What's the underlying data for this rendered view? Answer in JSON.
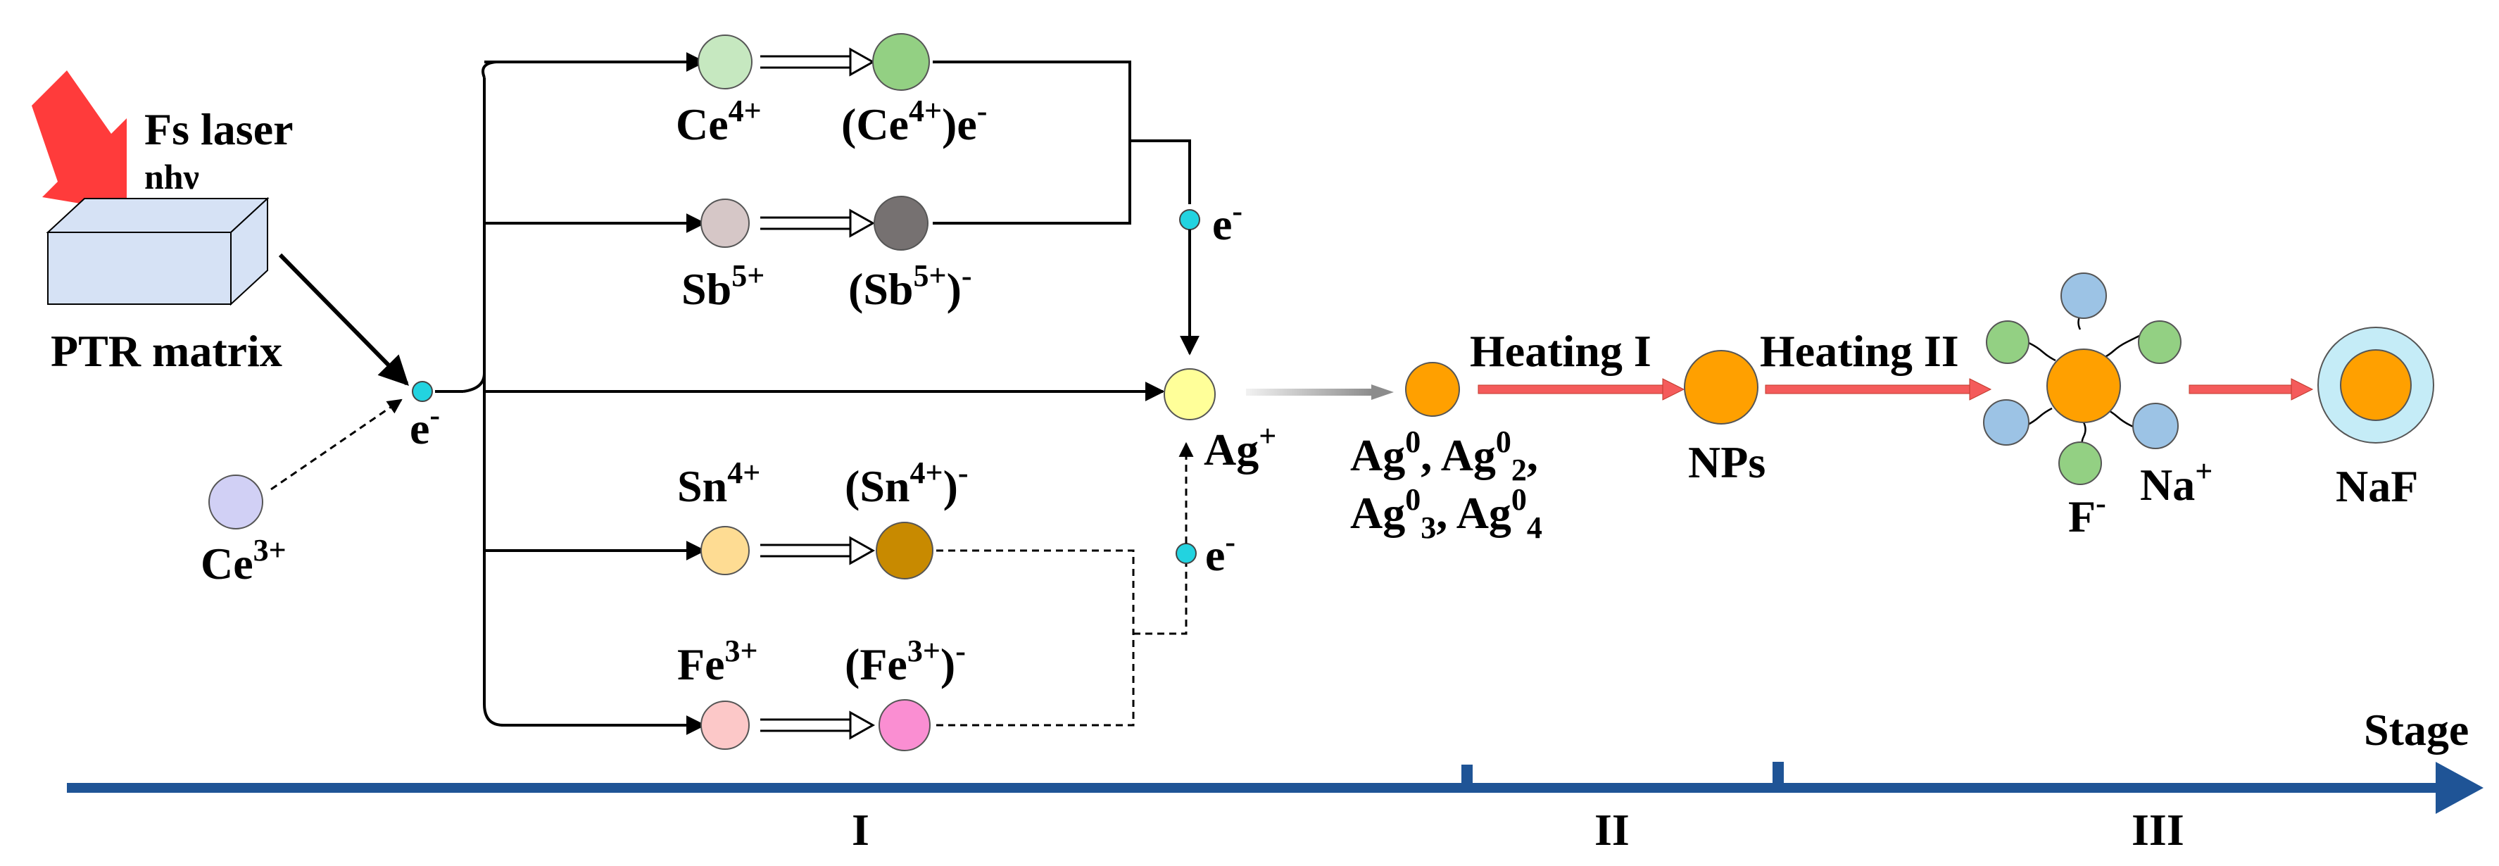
{
  "laser": {
    "title": "Fs laser",
    "sub": "nhν",
    "color": "#ff3b3b"
  },
  "matrix": {
    "label": "PTR matrix",
    "fill": "#d6e2f5"
  },
  "electron": {
    "symbol": "e",
    "charge": "-",
    "color": "#22d3e0"
  },
  "ce3": {
    "symbol": "Ce",
    "charge": "3+",
    "color": "#d1d0f5"
  },
  "rows": [
    {
      "ion": "Ce",
      "ion_charge": "4+",
      "prod_open": "(Ce",
      "prod_charge": "4+",
      "prod_close": ")e",
      "prod_tail": "-",
      "c1": "#c6e8c0",
      "c2": "#93d083"
    },
    {
      "ion": "Sb",
      "ion_charge": "5+",
      "prod_open": "(Sb",
      "prod_charge": "5+",
      "prod_close": ")",
      "prod_tail": "-",
      "c1": "#d6c7c7",
      "c2": "#767171"
    },
    {
      "ion": "Sn",
      "ion_charge": "4+",
      "prod_open": "(Sn",
      "prod_charge": "4+",
      "prod_close": ")",
      "prod_tail": "-",
      "c1": "#fedc93",
      "c2": "#c88a00"
    },
    {
      "ion": "Fe",
      "ion_charge": "3+",
      "prod_open": "(Fe",
      "prod_charge": "3+",
      "prod_close": ")",
      "prod_tail": "-",
      "c1": "#fcc8c8",
      "c2": "#fa8ed2"
    }
  ],
  "ag_ion": {
    "symbol": "Ag",
    "charge": "+",
    "color": "#ffff99"
  },
  "ag0": {
    "color": "#ffa000",
    "line1": {
      "a": "Ag",
      "a_sup": "0",
      "sep": ", ",
      "b": "Ag",
      "b_sup": "0",
      "b_sub": "2",
      "end": ","
    },
    "line2": {
      "a": "Ag",
      "a_sup": "0",
      "a_sub": "3",
      "sep": ", ",
      "b": "Ag",
      "b_sup": "0",
      "b_sub": "4"
    }
  },
  "heating1": {
    "label": "Heating I"
  },
  "nps": {
    "label": "NPs",
    "color": "#ffa000"
  },
  "heating2": {
    "label": "Heating II"
  },
  "cluster": {
    "center_color": "#ffa000",
    "f_color": "#93d083",
    "na_color": "#9cc3e5",
    "f_label": "F",
    "f_charge": "-",
    "na_label": "Na",
    "na_charge": "+"
  },
  "naf": {
    "label": "NaF",
    "core": "#ffa000",
    "shell": "#c5ecf7"
  },
  "timeline": {
    "label": "Stage",
    "color": "#1f5496",
    "stages": [
      "I",
      "II",
      "III"
    ]
  },
  "arrow_red": "#f45b5b"
}
